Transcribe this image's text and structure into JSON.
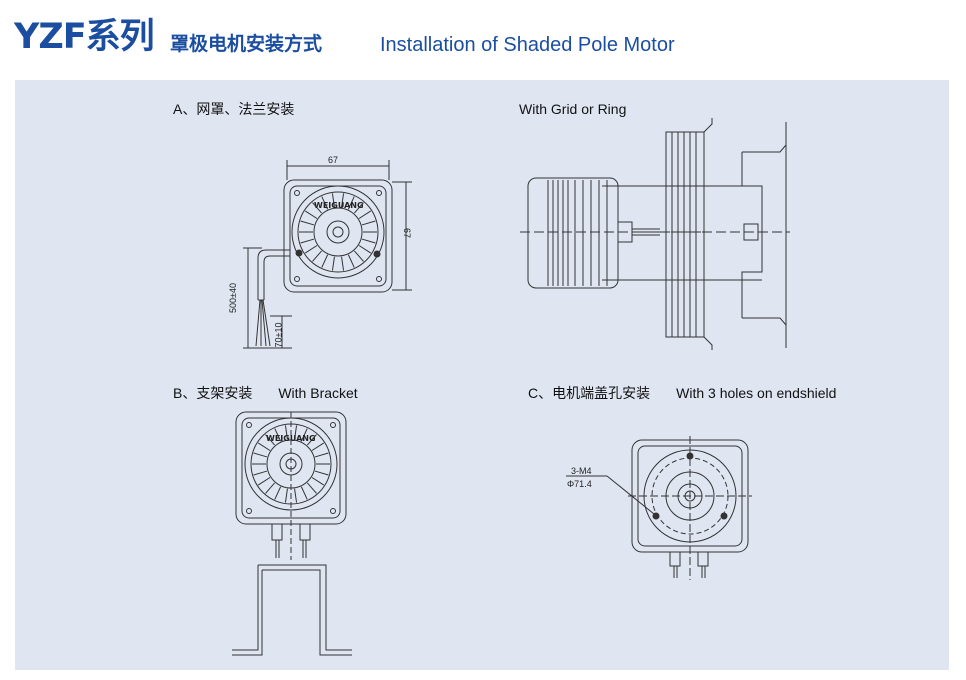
{
  "header": {
    "brand": "YZF系列",
    "title_cn": "罩极电机安装方式",
    "title_en": "Installation of Shaded Pole Motor"
  },
  "sections": {
    "a": {
      "label_cn": "A、网罩、法兰安装",
      "label_en": "With Grid or Ring"
    },
    "b": {
      "label_cn": "B、支架安装",
      "label_en": "With Bracket"
    },
    "c": {
      "label_cn": "C、电机端盖孔安装",
      "label_en": "With 3 holes on endshield"
    }
  },
  "dimensions": {
    "width": "67",
    "height": "67",
    "lead_length": "500±40",
    "lead_strip": "70±10",
    "holes": "3-M4",
    "hole_circle": "Φ71.4"
  },
  "logo_text": "WEIGUANG",
  "colors": {
    "brand": "#1b4ea0",
    "panel": "#dfe6f2",
    "line": "#333333"
  }
}
